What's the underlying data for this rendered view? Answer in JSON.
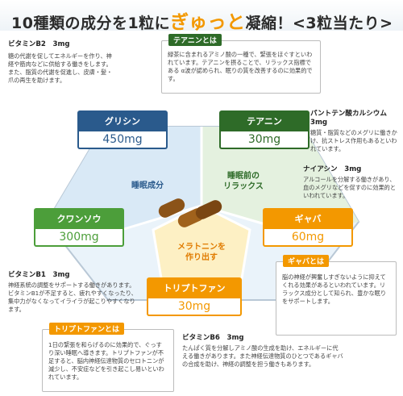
{
  "title": {
    "prefix": "10種類の成分を1粒に",
    "emphasis": "ぎゅっと",
    "suffix": "凝縮！<3粒当たり>"
  },
  "notes": {
    "b2": {
      "heading": "ビタミンB2　3mg",
      "body": "糖の代謝を促してエネルギーを作り、神経や筋肉などに供給する働きをします。また、脂質の代謝を促進し、皮膚・髪・爪の再生を助けます。"
    },
    "pantothen": {
      "heading": "パントテン酸カルシウム　3mg",
      "body": "糖質・脂質などのメグリに働きかけ、抗ストレス作用もあるといわれています。"
    },
    "niacin": {
      "heading": "ナイアシン　3mg",
      "body": "アルコールを分解する働きがあり、血のメグリなどを促すのに効果的といわれています。"
    },
    "b1": {
      "heading": "ビタミンB1　3mg",
      "body": "神経系統の調整をサポートする働きがあります。ビタミンB1が不足すると、疲れやすくなったり、集中力がなくなってイライラが起こりやすくなります。"
    },
    "b6": {
      "heading": "ビタミンB6　3mg",
      "body": "たんぱく質を分解しアミノ酸の生成を助け、エネルギーに代える働きがあります。また神経伝達物質のひとつであるギャバの合成を助け、神経の調整を担う働きもあります。"
    }
  },
  "boxes": {
    "theanine": {
      "heading": "テアニンとは",
      "body": "緑茶に含まれるアミノ酸の一種で、緊張をほぐすといわれています。テアニンを摂ることで、リラックス指標である α波が認められ、眠りの質を改善するのに効果的です。"
    },
    "gaba": {
      "heading": "ギャバとは",
      "body": "脳の神経が興奮しすぎないように抑えてくれる効果があるといわれています。リラックス成分として知られ、豊かな眠りをサポートします。"
    },
    "tryptophan": {
      "heading": "トリプトファンとは",
      "body": "1日の緊張を和らげるのに効果的で、ぐっすり深い睡眠へ導きます。トリプトファンが不足すると、脳内神経伝達物質のセロトニンが減少し、不安症などを引き起こし易いといわれています。"
    }
  },
  "ingredients": {
    "glycine": {
      "name": "グリシン",
      "amount": "450mg"
    },
    "theanine": {
      "name": "テアニン",
      "amount": "30mg"
    },
    "kuwanso": {
      "name": "クワンソウ",
      "amount": "300mg"
    },
    "gaba": {
      "name": "ギャバ",
      "amount": "60mg"
    },
    "tryptophan": {
      "name": "トリプトファン",
      "amount": "30mg"
    }
  },
  "center": {
    "sleep": "睡眠成分",
    "relax_line1": "睡眠前の",
    "relax_line2": "リラックス",
    "melatonin_line1": "メラトニンを",
    "melatonin_line2": "作り出す"
  },
  "colors": {
    "blue": "#2a5a8c",
    "green_dark": "#2e6b28",
    "green": "#4c9e3a",
    "orange": "#f39800",
    "yellow": "#fbe7a8"
  }
}
